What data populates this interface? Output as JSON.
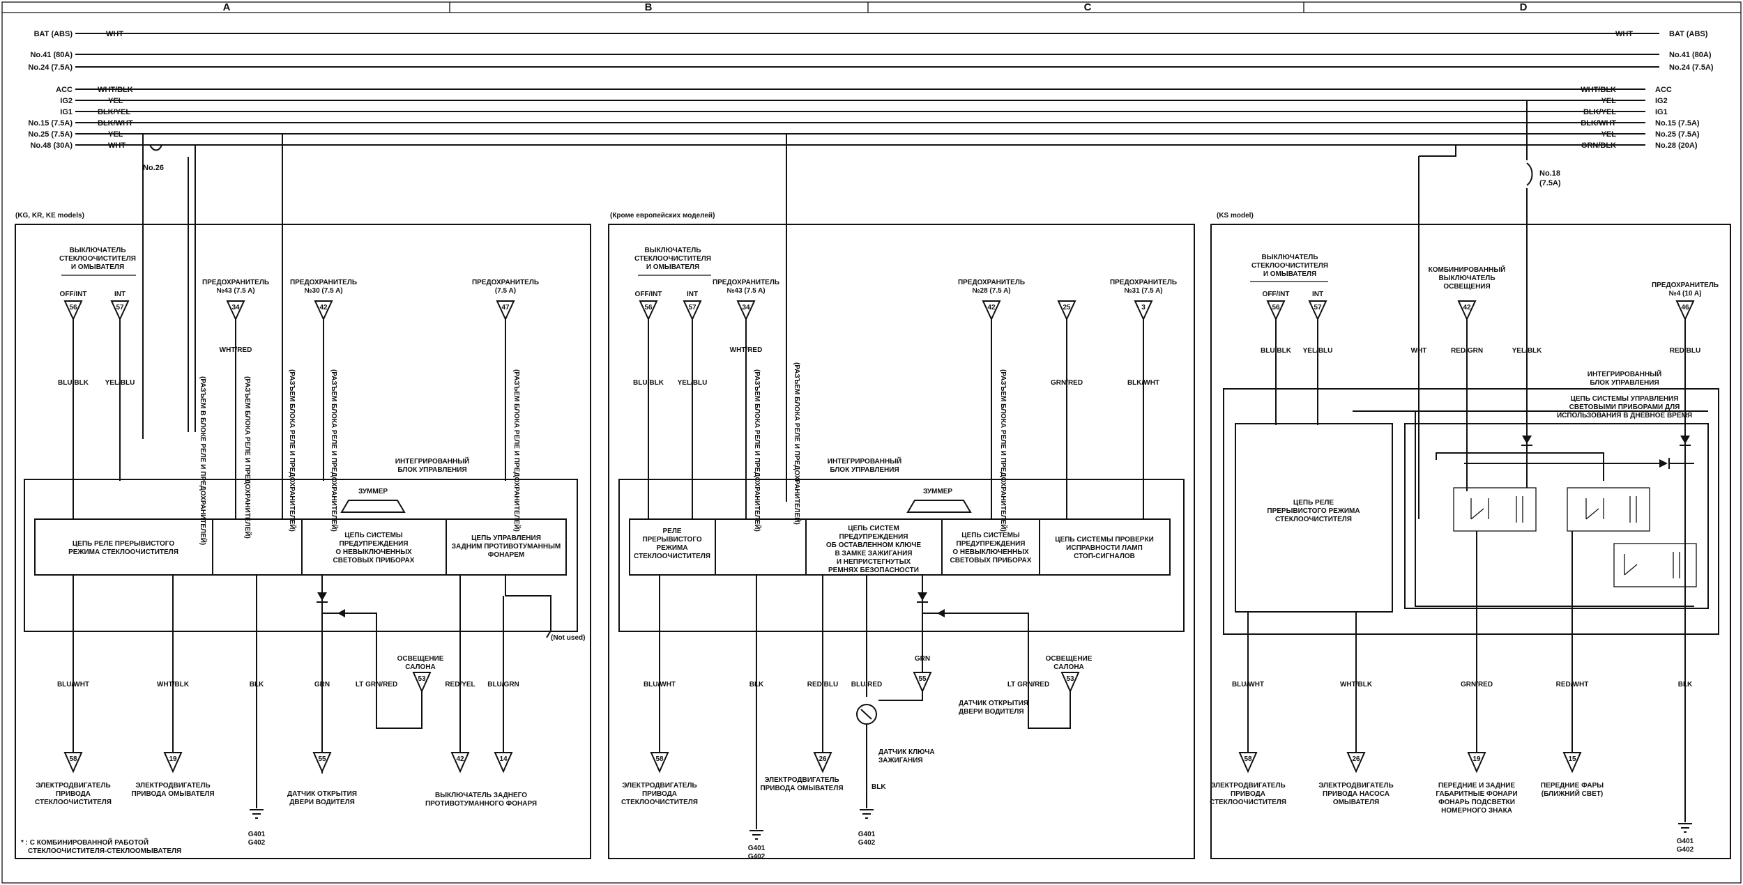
{
  "columns": [
    "A",
    "B",
    "C",
    "D"
  ],
  "bus": [
    {
      "left": "BAT (ABS)",
      "wl": "WHT",
      "wr": "WHT",
      "right": "BAT (ABS)"
    },
    {
      "left": "No.41 (80A)",
      "wl": "",
      "wr": "",
      "right": "No.41 (80A)"
    },
    {
      "left": "No.24 (7.5A)",
      "wl": "",
      "wr": "",
      "right": "No.24 (7.5A)"
    },
    {
      "left": "ACC",
      "wl": "WHT/BLK",
      "wr": "WHT/BLK",
      "right": "ACC"
    },
    {
      "left": "IG2",
      "wl": "YEL",
      "wr": "YEL",
      "right": "IG2"
    },
    {
      "left": "IG1",
      "wl": "BLK/YEL",
      "wr": "BLK/YEL",
      "right": "IG1"
    },
    {
      "left": "No.15 (7.5A)",
      "wl": "BLK/WHT",
      "wr": "BLK/WHT",
      "right": "No.15 (7.5A)"
    },
    {
      "left": "No.25 (7.5A)",
      "wl": "YEL",
      "wr": "YEL",
      "right": "No.25 (7.5A)"
    },
    {
      "left": "No.48 (30A)",
      "wl": "WHT",
      "wr": "GRN/BLK",
      "right": "No.28 (20A)"
    }
  ],
  "bus_fuse_left": "No.26",
  "bus_fuse_right": {
    "name": "No.18",
    "rating": "(7.5A)"
  },
  "sections": {
    "left": {
      "title": "(KG, KR, KE models)",
      "switch_title": [
        "ВЫКЛЮЧАТЕЛЬ",
        "СТЕКЛООЧИСТИТЕЛЯ",
        "И ОМЫВАТЕЛЯ"
      ],
      "pins": [
        {
          "label": "OFF/INT",
          "num": "56"
        },
        {
          "label": "INT",
          "num": "57"
        },
        {
          "label": "",
          "num": "34"
        },
        {
          "label": "",
          "num": "42"
        },
        {
          "label": "",
          "num": "47"
        }
      ],
      "fuse_labels": [
        [
          "ПРЕДОХРАНИТЕЛЬ",
          "№43 (7.5 A)"
        ],
        [
          "ПРЕДОХРАНИТЕЛЬ",
          "№30 (7.5 A)"
        ],
        [
          "ПРЕДОХРАНИТЕЛЬ",
          "(7.5 A)"
        ]
      ],
      "wires_top": [
        "BLU/BLK",
        "YEL/BLU",
        "WHT/RED"
      ],
      "vertical_notes": [
        "(РАЗЪЕМ В БЛОКЕ РЕЛЕ И ПРЕДОХРАНИТЕЛЕЙ)",
        "(РАЗЪЕМ БЛОКА РЕЛЕ И ПРЕДОХРАНИТЕЛЕЙ)",
        "(РАЗЪЕМ БЛОКА РЕЛЕ И ПРЕДОХРАНИТЕЛЕЙ)",
        "(РАЗЪЕМ БЛОКА РЕЛЕ И ПРЕДОХРАНИТЕЛЕЙ)",
        "(РАЗЪЕМ БЛОКА РЕЛЕ И ПРЕДОХРАНИТЕЛЕЙ)"
      ],
      "unit_title": [
        "ИНТЕГРИРОВАННЫЙ",
        "БЛОК УПРАВЛЕНИЯ"
      ],
      "buzzer": "ЗУММЕР",
      "circuits": [
        [
          "ЦЕПЬ РЕЛЕ ПРЕРЫВИСТОГО",
          "РЕЖИМА СТЕКЛООЧИСТИТЕЛЯ"
        ],
        [
          "ЦЕПЬ СИСТЕМЫ",
          "ПРЕДУПРЕЖДЕНИЯ",
          "О НЕВЫКЛЮЧЕННЫХ",
          "СВЕТОВЫХ ПРИБОРАХ"
        ],
        [
          "ЦЕПЬ УПРАВЛЕНИЯ",
          "ЗАДНИМ ПРОТИВОТУМАННЫМ",
          "ФОНАРЕМ"
        ]
      ],
      "not_used": "(Not used)",
      "interior_light": {
        "title": [
          "ОСВЕЩЕНИЕ",
          "САЛОНА"
        ],
        "num": "53",
        "wire": "LT GRN/RED"
      },
      "wires_bottom": [
        "BLU/WHT",
        "WHT/BLK",
        "BLK",
        "GRN",
        "RED/YEL",
        "BLU/GRN"
      ],
      "loads": [
        {
          "num": "58",
          "label": [
            "ЭЛЕКТРОДВИГАТЕЛЬ",
            "ПРИВОДА",
            "СТЕКЛООЧИСТИТЕЛЯ"
          ]
        },
        {
          "num": "19",
          "label": [
            "ЭЛЕКТРОДВИГАТЕЛЬ",
            "ПРИВОДА ОМЫВАТЕЛЯ"
          ]
        },
        {
          "num": "55",
          "label": [
            "ДАТЧИК ОТКРЫТИЯ",
            "ДВЕРИ ВОДИТЕЛЯ"
          ]
        },
        {
          "num": "42",
          "label": [
            "ВЫКЛЮЧАТЕЛЬ ЗАДНЕГО",
            "ПРОТИВОТУМАННОГО ФОНАРЯ"
          ]
        },
        {
          "num": "14",
          "label": []
        }
      ],
      "ground": [
        "G401",
        "G402"
      ],
      "footnote": [
        "* : С КОМБИНИРОВАННОЙ РАБОТОЙ",
        "СТЕКЛООЧИСТИТЕЛЯ-СТЕКЛООМЫВАТЕЛЯ"
      ]
    },
    "middle": {
      "title": "(Кроме европейских моделей)",
      "switch_title": [
        "ВЫКЛЮЧАТЕЛЬ",
        "СТЕКЛООЧИСТИТЕЛЯ",
        "И ОМЫВАТЕЛЯ"
      ],
      "pins": [
        {
          "label": "OFF/INT",
          "num": "56"
        },
        {
          "label": "INT",
          "num": "57"
        },
        {
          "label": "",
          "num": "34"
        },
        {
          "label": "",
          "num": "42"
        },
        {
          "label": "",
          "num": "25"
        },
        {
          "label": "",
          "num": "3"
        }
      ],
      "fuse_labels": [
        [
          "ПРЕДОХРАНИТЕЛЬ",
          "№43 (7.5 A)"
        ],
        [
          "ПРЕДОХРАНИТЕЛЬ",
          "№28 (7.5 A)"
        ],
        [
          "ПРЕДОХРАНИТЕЛЬ",
          "№31 (7.5 A)"
        ]
      ],
      "wires_top": [
        "BLU/BLK",
        "YEL/BLU",
        "WHT/RED",
        "GRN/RED",
        "BLK/WHT"
      ],
      "vertical_notes": [
        "(РАЗЪЕМ БЛОКА РЕЛЕ И ПРЕДОХРАНИТЕЛЕЙ)",
        "(РАЗЪЕМ БЛОКА РЕЛЕ И ПРЕДОХРАНИТЕЛЕЙ)",
        "(РАЗЪЕМ БЛОКА РЕЛЕ И ПРЕДОХРАНИТЕЛЕЙ)"
      ],
      "unit_title": [
        "ИНТЕГРИРОВАННЫЙ",
        "БЛОК УПРАВЛЕНИЯ"
      ],
      "buzzer": "ЗУММЕР",
      "circuits": [
        [
          "РЕЛЕ",
          "ПРЕРЫВИСТОГО",
          "РЕЖИМА",
          "СТЕКЛООЧИСТИТЕЛЯ"
        ],
        [
          "ЦЕПЬ СИСТЕМ",
          "ПРЕДУПРЕЖДЕНИЯ",
          "ОБ ОСТАВЛЕННОМ КЛЮЧЕ",
          "В ЗАМКЕ ЗАЖИГАНИЯ",
          "И НЕПРИСТЕГНУТЫХ",
          "РЕМНЯХ БЕЗОПАСНОСТИ"
        ],
        [
          "ЦЕПЬ СИСТЕМЫ",
          "ПРЕДУПРЕЖДЕНИЯ",
          "О НЕВЫКЛЮЧЕННЫХ",
          "СВЕТОВЫХ ПРИБОРАХ"
        ],
        [
          "ЦЕПЬ СИСТЕМЫ ПРОВЕРКИ",
          "ИСПРАВНОСТИ ЛАМП",
          "СТОП-СИГНАЛОВ"
        ]
      ],
      "interior_light": {
        "title": [
          "ОСВЕЩЕНИЕ",
          "САЛОНА"
        ],
        "num": "53",
        "wire": "LT GRN/RED"
      },
      "wires_bottom": [
        "BLU/WHT",
        "BLK",
        "RED/BLU",
        "BLU/RED",
        "GRN"
      ],
      "loads": [
        {
          "num": "58",
          "label": [
            "ЭЛЕКТРОДВИГАТЕЛЬ",
            "ПРИВОДА",
            "СТЕКЛООЧИСТИТЕЛЯ"
          ]
        },
        {
          "num": "26",
          "label": [
            "ЭЛЕКТРОДВИГАТЕЛЬ",
            "ПРИВОДА ОМЫВАТЕЛЯ"
          ]
        },
        {
          "num": "55",
          "label": [
            "ДАТЧИК ОТКРЫТИЯ",
            "ДВЕРИ ВОДИТЕЛЯ"
          ]
        }
      ],
      "key_sensor": [
        "ДАТЧИК КЛЮЧА",
        "ЗАЖИГАНИЯ"
      ],
      "key_wire": "BLK",
      "ground": [
        "G401",
        "G402"
      ]
    },
    "right": {
      "title": "(KS model)",
      "switch_title": [
        "ВЫКЛЮЧАТЕЛЬ",
        "СТЕКЛООЧИСТИТЕЛЯ",
        "И ОМЫВАТЕЛЯ"
      ],
      "pins": [
        {
          "label": "OFF/INT",
          "num": "56"
        },
        {
          "label": "INT",
          "num": "57"
        },
        {
          "label": "",
          "num": "42"
        },
        {
          "label": "",
          "num": "46"
        }
      ],
      "combo_switch": [
        "КОМБИНИРОВАННЫЙ",
        "ВЫКЛЮЧАТЕЛЬ",
        "ОСВЕЩЕНИЯ"
      ],
      "fuse_label": [
        "ПРЕДОХРАНИТЕЛЬ",
        "№4 (10 A)"
      ],
      "wires_top": [
        "BLU/BLK",
        "YEL/BLU",
        "WHT",
        "RED/GRN",
        "YEL/BLK",
        "RED/BLU"
      ],
      "unit_title": [
        "ИНТЕГРИРОВАННЫЙ",
        "БЛОК УПРАВЛЕНИЯ"
      ],
      "drl_title": [
        "ЦЕПЬ СИСТЕМЫ УПРАВЛЕНИЯ",
        "СВЕТОВЫМИ ПРИБОРАМИ ДЛЯ",
        "ИСПОЛЬЗОВАНИЯ В ДНЕВНОЕ ВРЕМЯ"
      ],
      "circuit": [
        "ЦЕПЬ РЕЛЕ",
        "ПРЕРЫВИСТОГО РЕЖИМА",
        "СТЕКЛООЧИСТИТЕЛЯ"
      ],
      "wires_bottom": [
        "BLU/WHT",
        "WHT/BLK",
        "GRN/RED",
        "RED/WHT",
        "BLK"
      ],
      "loads": [
        {
          "num": "58",
          "label": [
            "ЭЛЕКТРОДВИГАТЕЛЬ",
            "ПРИВОДА",
            "СТЕКЛООЧИСТИТЕЛЯ"
          ]
        },
        {
          "num": "26",
          "label": [
            "ЭЛЕКТРОДВИГАТЕЛЬ",
            "ПРИВОДА НАСОСА",
            "ОМЫВАТЕЛЯ"
          ]
        },
        {
          "num": "19",
          "label": [
            "ПЕРЕДНИЕ И ЗАДНИЕ",
            "ГАБАРИТНЫЕ ФОНАРИ",
            "ФОНАРЬ ПОДСВЕТКИ",
            "НОМЕРНОГО ЗНАКА"
          ]
        },
        {
          "num": "15",
          "label": [
            "ПЕРЕДНИЕ ФАРЫ",
            "(БЛИЖНИЙ СВЕТ)"
          ]
        }
      ],
      "ground": [
        "G401",
        "G402"
      ]
    }
  }
}
